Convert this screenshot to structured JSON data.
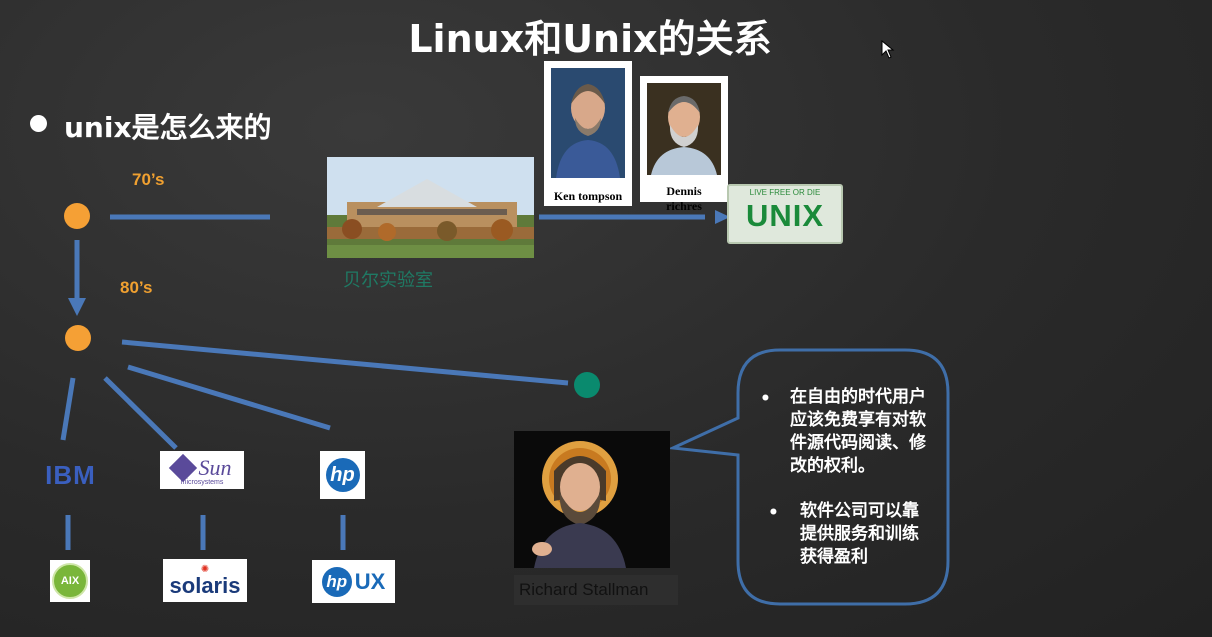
{
  "slide": {
    "title": "Linux和Unix的关系",
    "heading": "unix是怎么来的"
  },
  "timeline": {
    "era_70s": "70’s",
    "era_80s": "80’s"
  },
  "bell_labs": {
    "label": "贝尔实验室"
  },
  "people": {
    "ken": "Ken tompson",
    "dennis": "Dennis richres",
    "stallman": "Richard  Stallman"
  },
  "unix_plate": {
    "top_text": "LIVE FREE OR DIE",
    "main_text": "UNIX"
  },
  "vendors": {
    "ibm": "IBM",
    "sun": "Sun",
    "sun_sub": "microsystems",
    "hp": "hp",
    "aix": "AIX",
    "solaris": "solaris",
    "hpux_hp": "hp",
    "hpux_ux": "UX"
  },
  "bubble": {
    "point1": "在自由的时代用户应该免费享有对软件源代码阅读、修改的权利。",
    "point2": "软件公司可以靠提供服务和训练获得盈利",
    "bullet": "•"
  },
  "colors": {
    "line_blue": "#4a78b8",
    "orange": "#f5a035",
    "teal": "#0a8a6e",
    "bubble_border": "#3f6ea8"
  }
}
